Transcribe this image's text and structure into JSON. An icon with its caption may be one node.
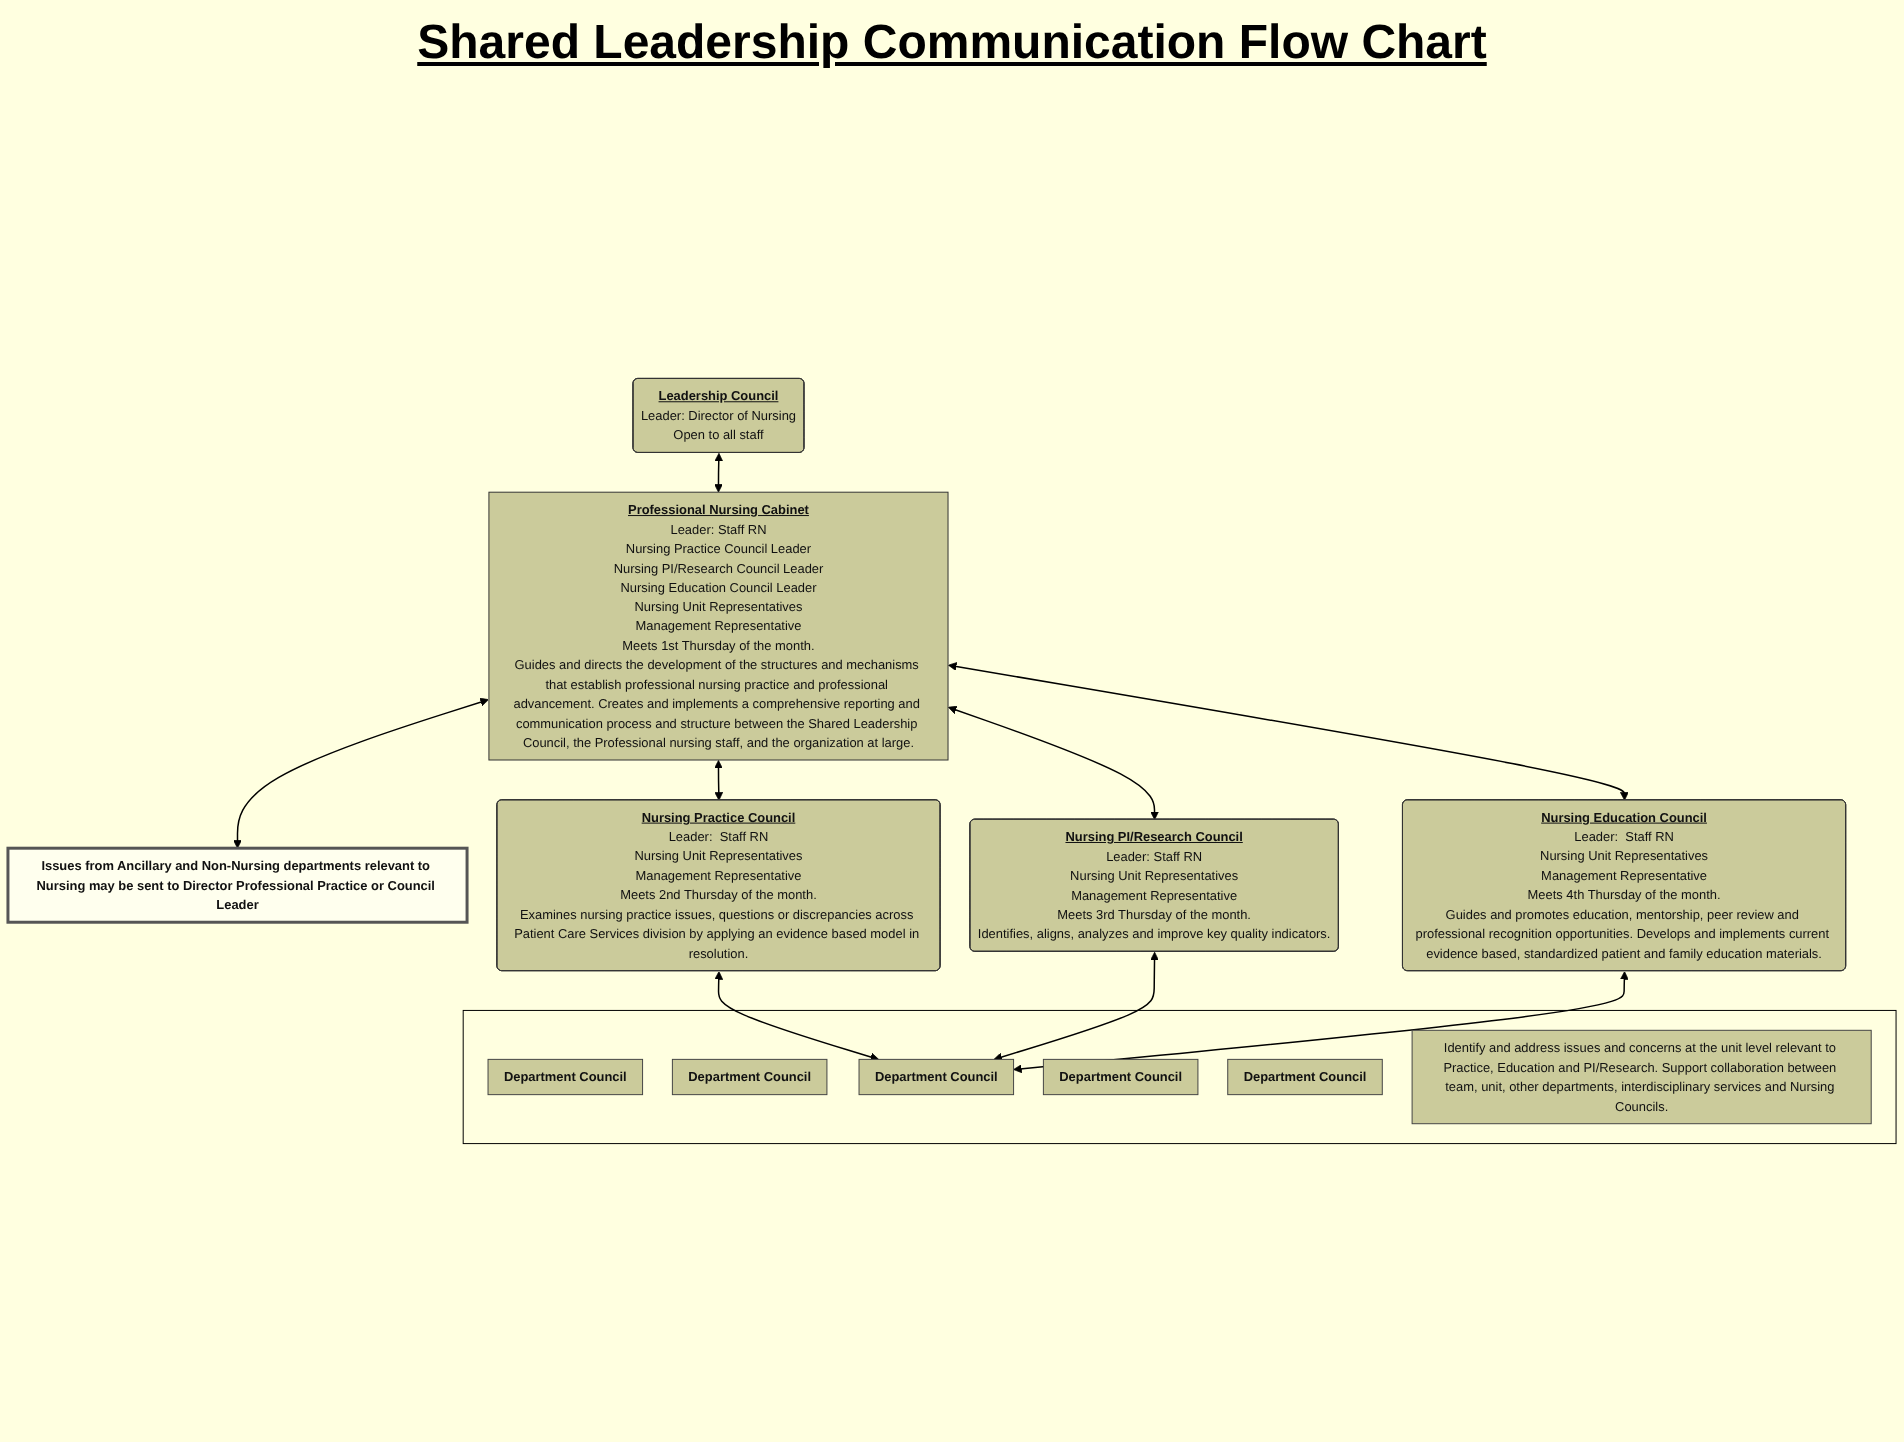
{
  "diagram": {
    "title": "Shared Leadership Communication Flow Chart",
    "nodes": [
      {
        "text": [
          "Professional Nursing Cabinet",
          "Leader: Staff RN",
          "Nursing Practice Council Leader",
          "Nursing PI/Research Council Leader",
          "Nursing Education Council Leader",
          "Nursing Unit Representatives",
          "Management Representative",
          "Meets 1st Thursday of the month.",
          "Guides and directs the development of the structures and mechanisms that establish professional nursing practice and professional advancement. Creates and implements a comprehensive reporting and communication process and structure between the Shared Leadership Council, the Professional nursing staff, and the organization at large."
        ]
      },
      {
        "text": [
          "Leadership Council",
          "Leader: Director of  Nursing",
          "Open to all staff"
        ]
      },
      {
        "text": [
          "Issues from Ancillary and Non-Nursing departments relevant to Nursing may be sent to Director Professional Practice or Council Leader"
        ]
      },
      {
        "text": [
          "Nursing Practice Council",
          "Leader:  Staff RN",
          "Nursing Unit Representatives",
          "Management Representative",
          "Meets 2nd Thursday of the month.",
          "Examines nursing practice issues, questions or discrepancies across Patient Care Services division by applying an evidence based model in resolution."
        ]
      },
      {
        "text": [
          "Nursing PI/Research Council",
          "Leader:  Staff RN",
          "Nursing Unit Representatives",
          "Management Representative",
          "Meets 3rd Thursday of the month.",
          "Identifies, aligns, analyzes and improve key quality indicators."
        ]
      },
      {
        "text": [
          "Nursing Education Council",
          "Leader:  Staff RN",
          "Nursing Unit Representatives",
          "Management Representative",
          "Meets 4th Thursday of the month.",
          "Guides and promotes education, mentorship, peer review and professional recognition opportunities. Develops and implements current evidence based, standardized patient and family education materials."
        ]
      },
      {
        "text": [],
        "shape": "box"
      },
      {
        "text": [
          "Department Council"
        ],
        "in": 6
      },
      {
        "text": [
          "Department Council"
        ],
        "in": 6
      },
      {
        "text": [
          "Department Council"
        ],
        "in": 6
      },
      {
        "text": [
          "Department Council"
        ],
        "in": 6
      },
      {
        "text": [
          "Department Council"
        ],
        "in": 6
      },
      {
        "text": [
          "Identify and address issues and concerns at the unit level relevant to Practice, Education and PI/Research. Support collaboration between team, unit, other departments, interdisciplinary services and Nursing Councils."
        ],
        "in": 6
      }
    ],
    "edges": [
      {
        "from": 1,
        "to": 0,
        "arrow": "both"
      },
      {
        "from": 0,
        "to": 2,
        "arrow": "both"
      },
      {
        "from": 0,
        "to": 3,
        "arrow": "both"
      },
      {
        "from": 0,
        "to": 4,
        "arrow": "both"
      },
      {
        "from": 0,
        "to": 5,
        "arrow": "both"
      },
      {
        "from": 3,
        "to": 9,
        "arrow": "both"
      },
      {
        "from": 4,
        "to": 9,
        "arrow": "both"
      },
      {
        "from": 5,
        "to": 9,
        "arrow": "both"
      }
    ]
  }
}
